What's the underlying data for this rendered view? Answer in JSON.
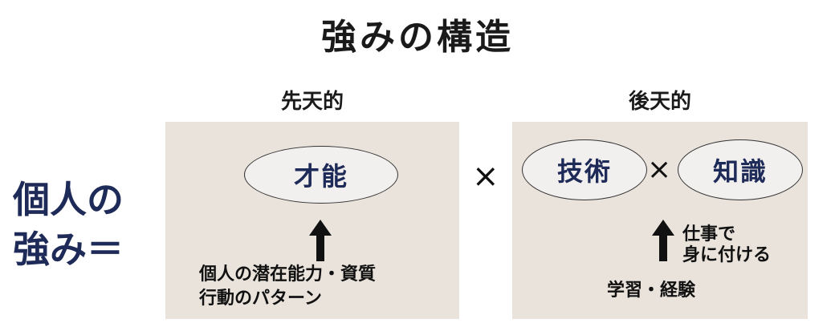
{
  "title": "強みの構造",
  "left_label": {
    "line1": "個人の",
    "line2": "強み＝"
  },
  "innate": {
    "heading": "先天的",
    "ellipse": "才能",
    "caption_line1": "個人の潜在能力・資質",
    "caption_line2": "行動のパターン"
  },
  "operator_times": "×",
  "acquired": {
    "heading": "後天的",
    "ellipse_left": "技術",
    "operator_times": "×",
    "ellipse_right": "知識",
    "side_caption_line1": "仕事で",
    "side_caption_line2": "身に付ける",
    "caption": "学習・経験"
  },
  "colors": {
    "panel": "#e9e3dc",
    "accent_navy": "#1e2a57",
    "text": "#111111"
  },
  "icons": [
    "up-arrow-icon",
    "up-arrow-icon"
  ]
}
